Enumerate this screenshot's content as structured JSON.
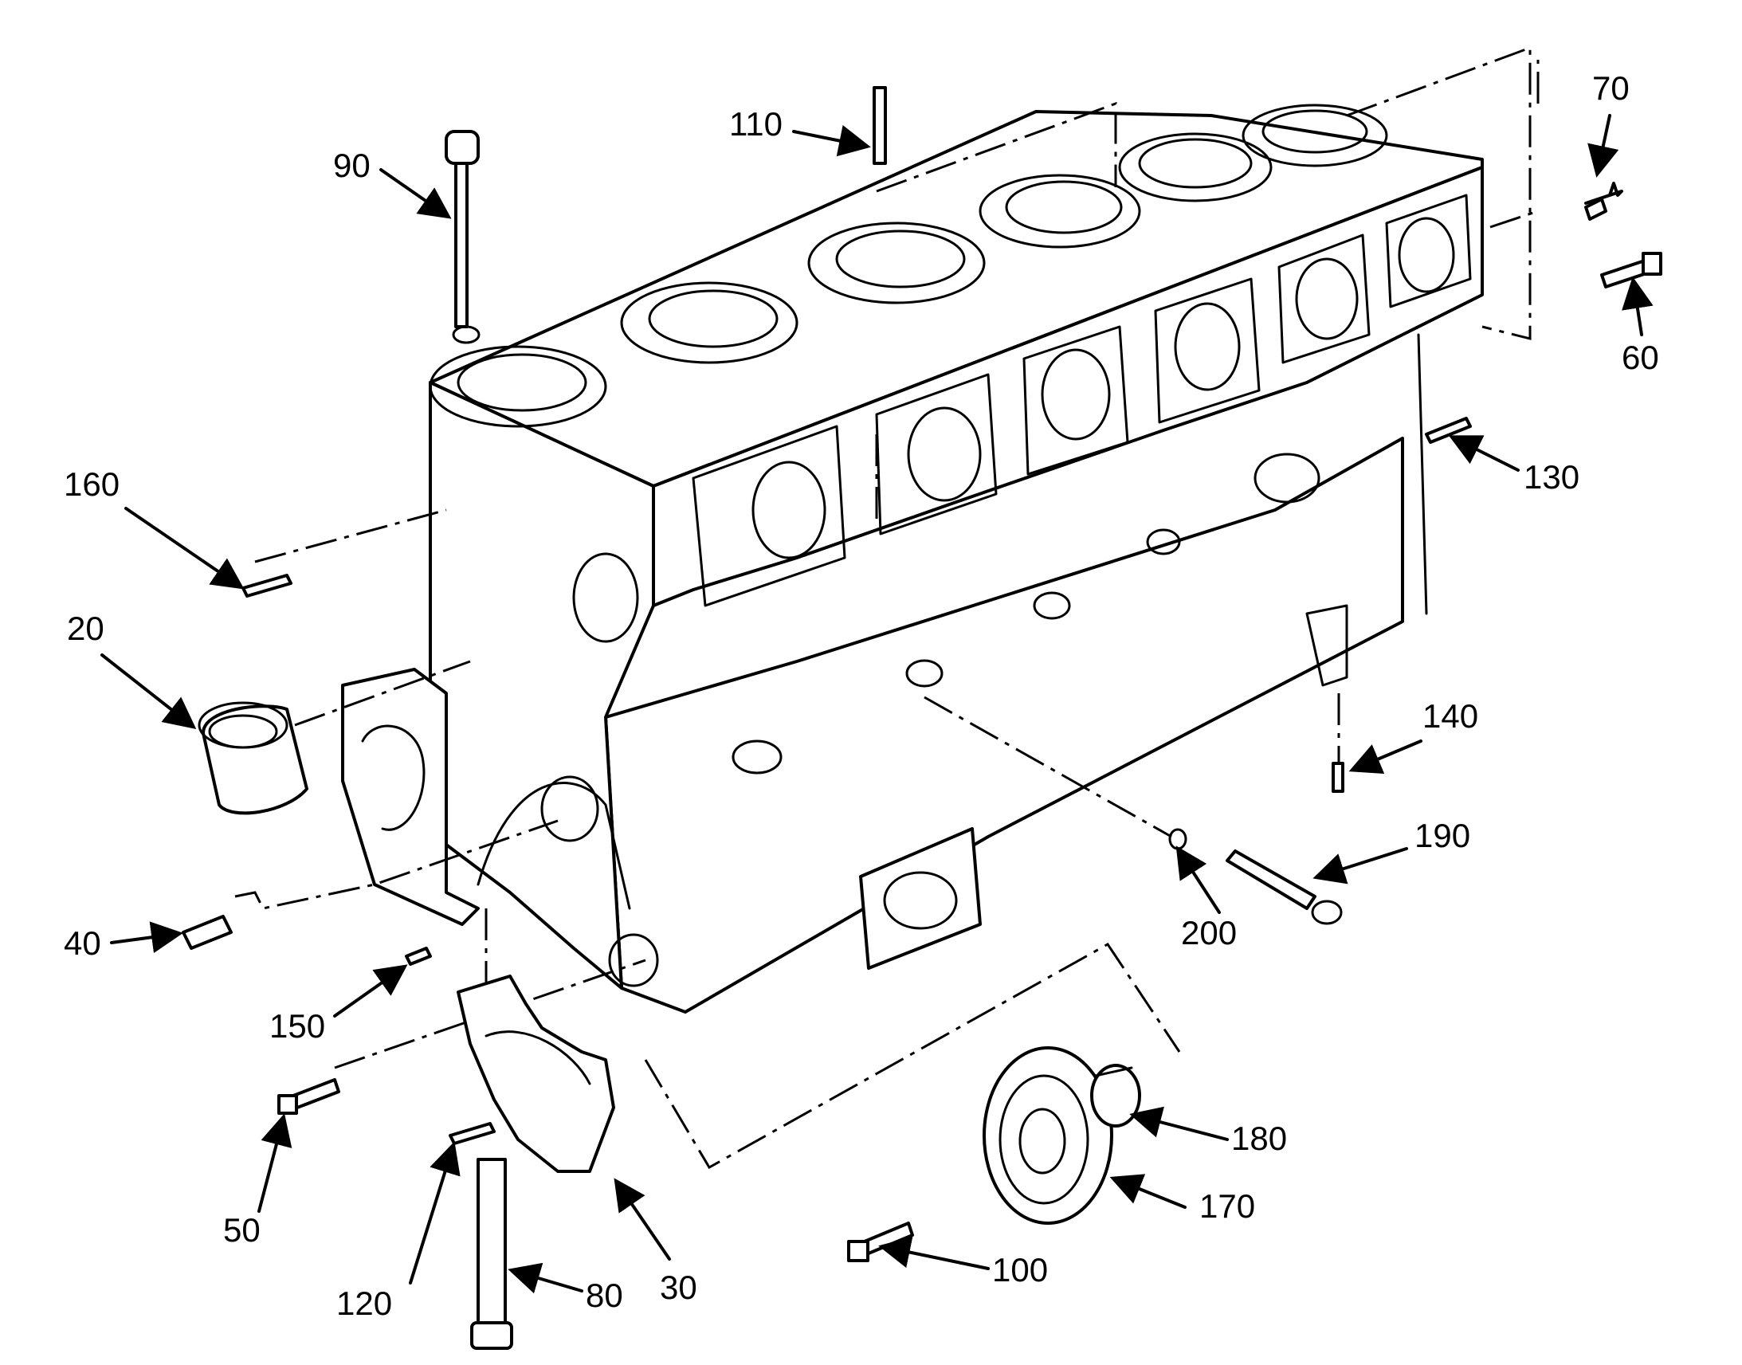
{
  "diagram": {
    "callouts": {
      "c20": "20",
      "c30": "30",
      "c40": "40",
      "c50": "50",
      "c60": "60",
      "c70": "70",
      "c80": "80",
      "c90": "90",
      "c100": "100",
      "c110": "110",
      "c120": "120",
      "c130": "130",
      "c140": "140",
      "c150": "150",
      "c160": "160",
      "c170": "170",
      "c180": "180",
      "c190": "190",
      "c200": "200"
    }
  }
}
